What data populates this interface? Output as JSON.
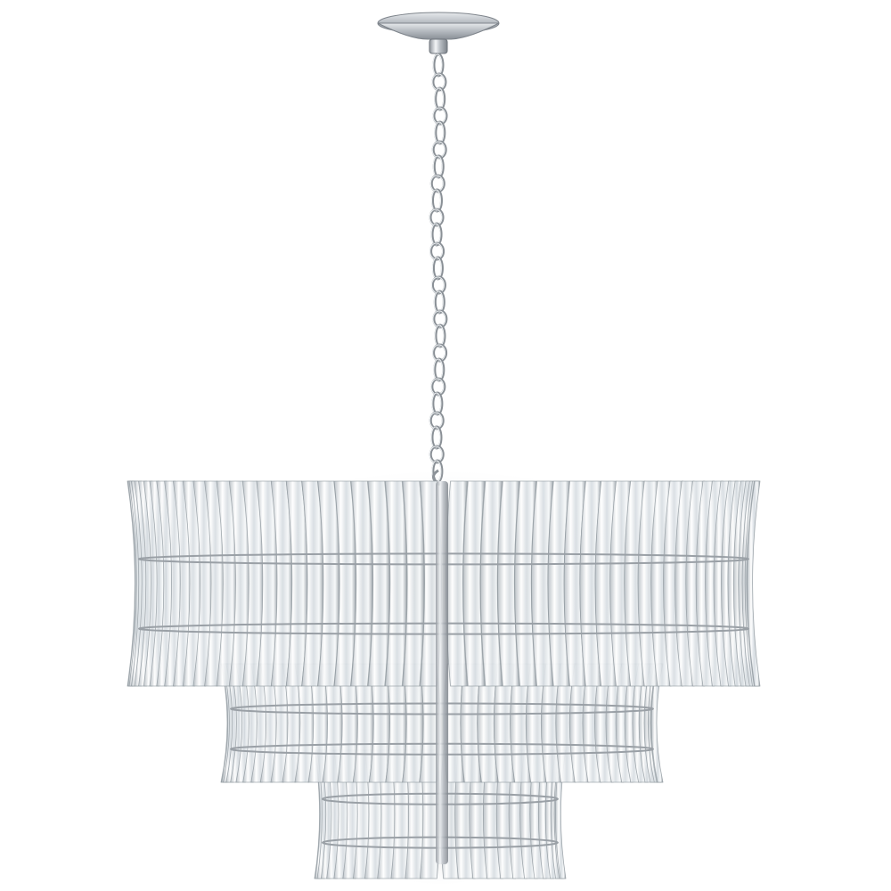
{
  "scene": {
    "subject": "",
    "background_color": "#ffffff",
    "metal_finish_color": "#c9cdd2",
    "crystal_tint_color": "#dfe4e8"
  },
  "chandelier": {
    "tiers": 3,
    "canopy_icon": "ceiling-canopy",
    "chain_icon": "chain-links",
    "crystal_icon": "curved-glass-prism"
  }
}
